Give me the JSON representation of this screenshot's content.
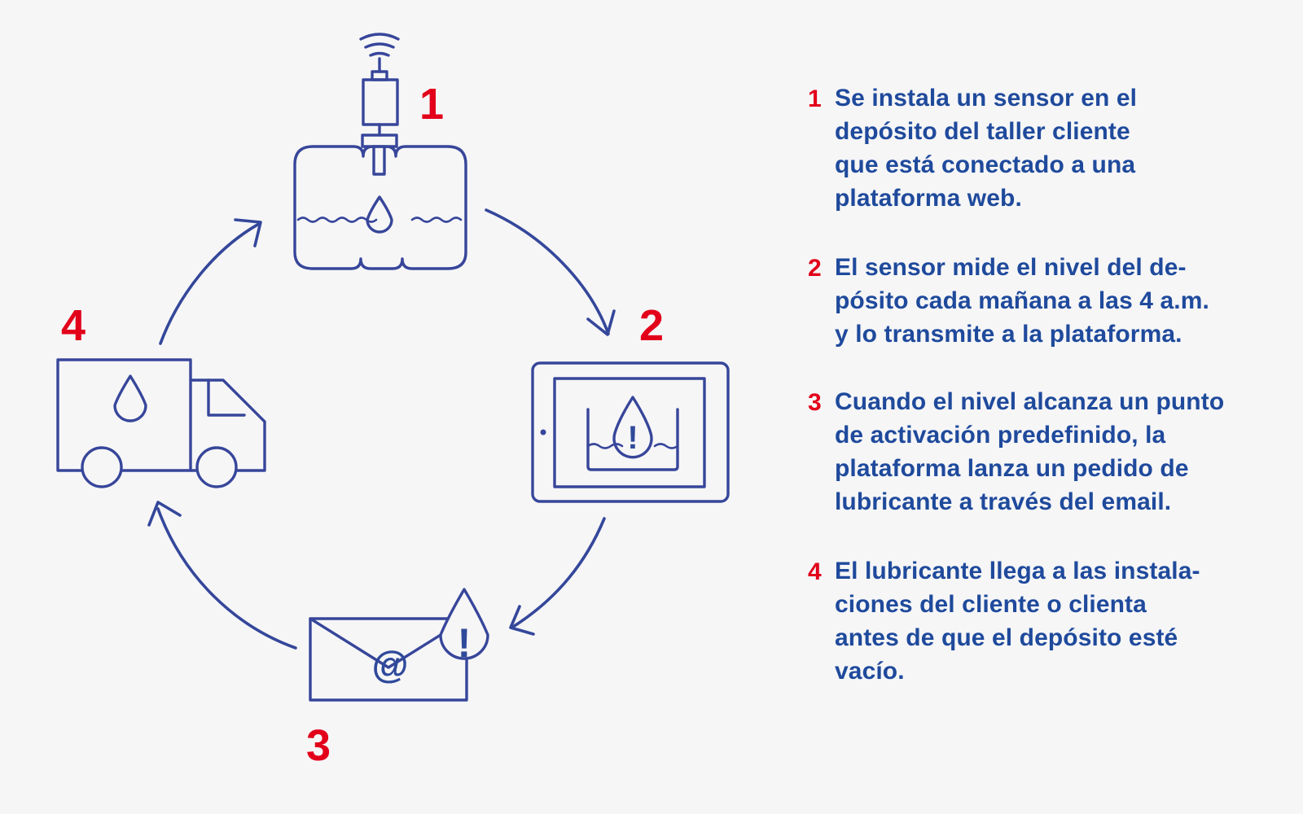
{
  "diagram": {
    "numbers": [
      "1",
      "2",
      "3",
      "4"
    ],
    "email_glyph": "@",
    "alert_glyph": "!"
  },
  "steps": [
    {
      "number": "1",
      "text": "Se instala un sensor en el\ndepósito del taller cliente\nque está conectado a una\nplataforma web."
    },
    {
      "number": "2",
      "text": "El sensor mide el nivel del de-\npósito cada mañana a las 4 a.m.\ny lo transmite a la plataforma."
    },
    {
      "number": "3",
      "text": "Cuando el nivel alcanza un punto\nde activación predefinido, la\nplataforma lanza un pedido de\nlubricante a través del email."
    },
    {
      "number": "4",
      "text": "El lubricante llega a las instala-\nciones del cliente o clienta\nantes de que el depósito esté\nvacío."
    }
  ],
  "colors": {
    "background": "#f6f6f7",
    "icon_line": "#37469a",
    "number_red": "#e2001a",
    "text_blue": "#1f4a9c"
  }
}
